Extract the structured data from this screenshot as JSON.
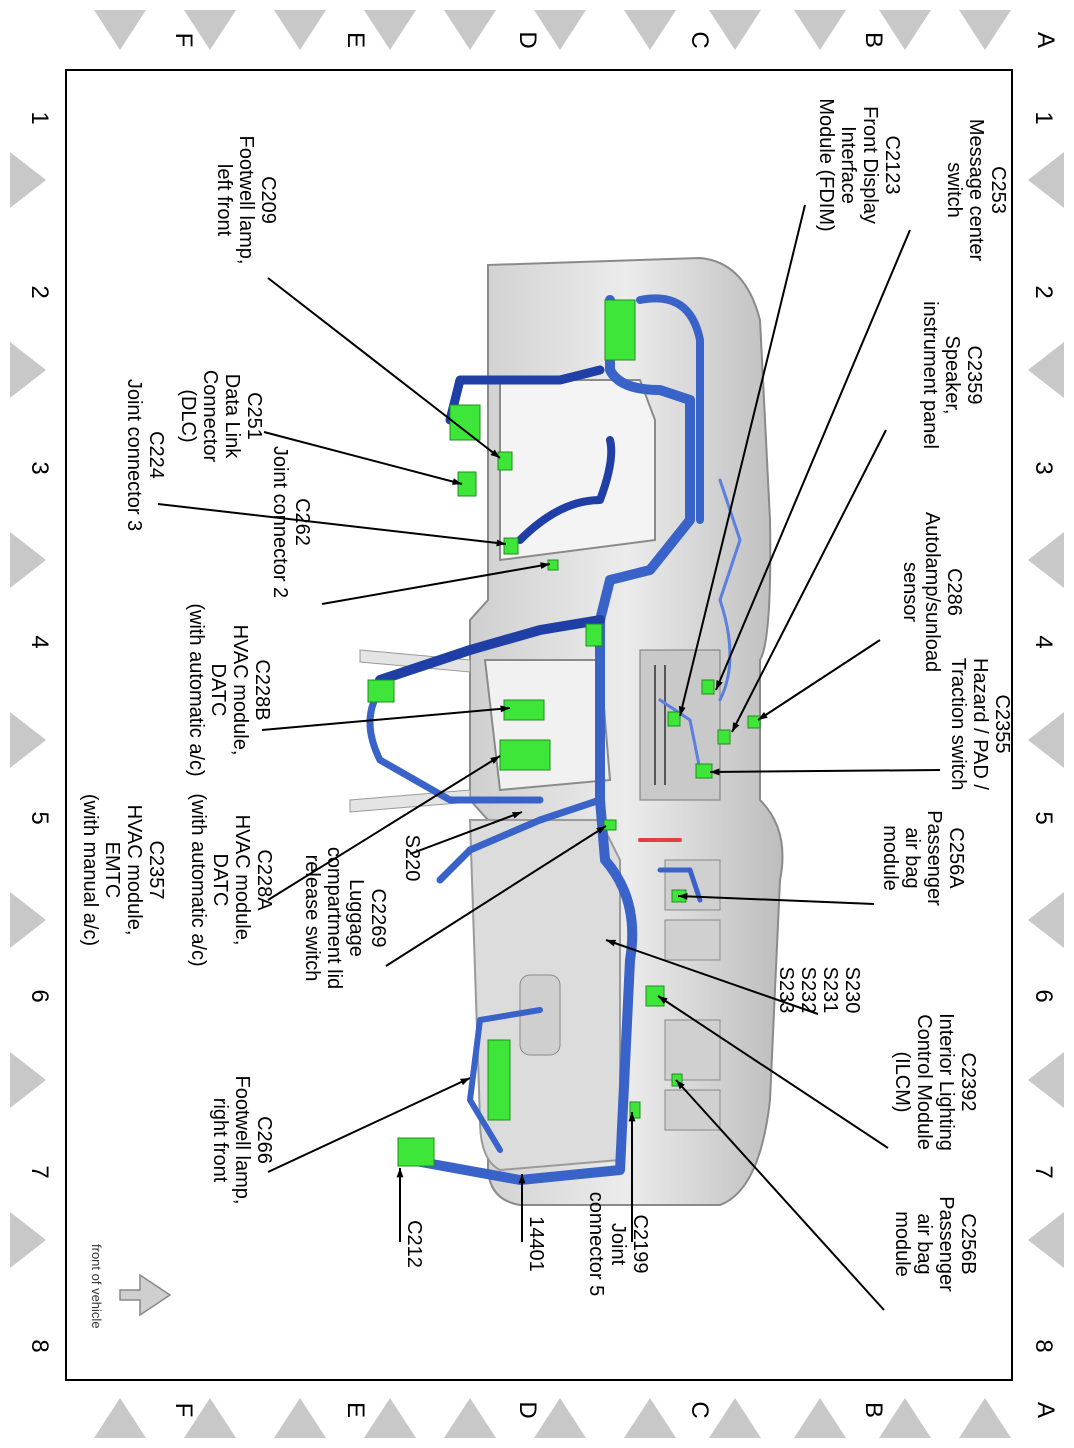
{
  "grid": {
    "rows": [
      "A",
      "B",
      "C",
      "D",
      "E",
      "F"
    ],
    "columns": [
      "1",
      "2",
      "3",
      "4",
      "5",
      "6",
      "7",
      "8"
    ]
  },
  "callouts": [
    {
      "id": "c253",
      "lines": [
        "C253",
        "Message center",
        "switch"
      ]
    },
    {
      "id": "c2123",
      "lines": [
        "C2123",
        "Front Display",
        "Interface",
        "Module (FDIM)"
      ]
    },
    {
      "id": "c209",
      "lines": [
        "C209",
        "Footwell lamp,",
        "left front"
      ]
    },
    {
      "id": "c2359",
      "lines": [
        "C2359",
        "Speaker,",
        "instrument panel"
      ]
    },
    {
      "id": "c251",
      "lines": [
        "C251",
        "Data Link",
        "Connector",
        "(DLC)"
      ]
    },
    {
      "id": "c224",
      "lines": [
        "C224",
        "Joint connector 3"
      ]
    },
    {
      "id": "c262",
      "lines": [
        "C262",
        "Joint connector 2"
      ]
    },
    {
      "id": "c286",
      "lines": [
        "C286",
        "Autolamp/sunload",
        "sensor"
      ]
    },
    {
      "id": "c228b",
      "lines": [
        "C228B",
        "HVAC module,",
        "DATC",
        "(with automatic a/c)"
      ]
    },
    {
      "id": "c2355",
      "lines": [
        "C2355",
        "Hazard / PAD /",
        "Traction switch"
      ]
    },
    {
      "id": "s220",
      "lines": [
        "S220"
      ]
    },
    {
      "id": "c228a",
      "lines": [
        "C228A",
        "HVAC module,",
        "DATC",
        "(with automatic a/c)"
      ]
    },
    {
      "id": "c2357",
      "lines": [
        "C2357",
        "HVAC module,",
        "EMTC",
        "(with manual a/c)"
      ]
    },
    {
      "id": "c2269",
      "lines": [
        "C2269",
        "Luggage",
        "compartment lid",
        "release switch"
      ]
    },
    {
      "id": "c256a",
      "lines": [
        "C256A",
        "Passenger",
        "air bag",
        "module"
      ]
    },
    {
      "id": "s230",
      "lines": [
        "S230",
        "S231",
        "S232",
        "S233"
      ]
    },
    {
      "id": "c2392",
      "lines": [
        "C2392",
        "Interior Lighting",
        "Control Module",
        "(ILCM)"
      ]
    },
    {
      "id": "c266",
      "lines": [
        "C266",
        "Footwell lamp,",
        "right front"
      ]
    },
    {
      "id": "c212",
      "lines": [
        "C212"
      ]
    },
    {
      "id": "h14401",
      "lines": [
        "14401"
      ]
    },
    {
      "id": "c2199",
      "lines": [
        "C2199",
        "Joint",
        "connector 5"
      ]
    },
    {
      "id": "c256b",
      "lines": [
        "C256B",
        "Passenger",
        "air bag",
        "module"
      ]
    }
  ],
  "front_arrow": {
    "label": "front of vehicle"
  },
  "colors": {
    "harness": "#3a63c9",
    "harness_dark": "#1f3fa6",
    "connector": "#3ee63a",
    "panel": "#d8d8d8",
    "grid_marker": "#c8c8c8"
  }
}
